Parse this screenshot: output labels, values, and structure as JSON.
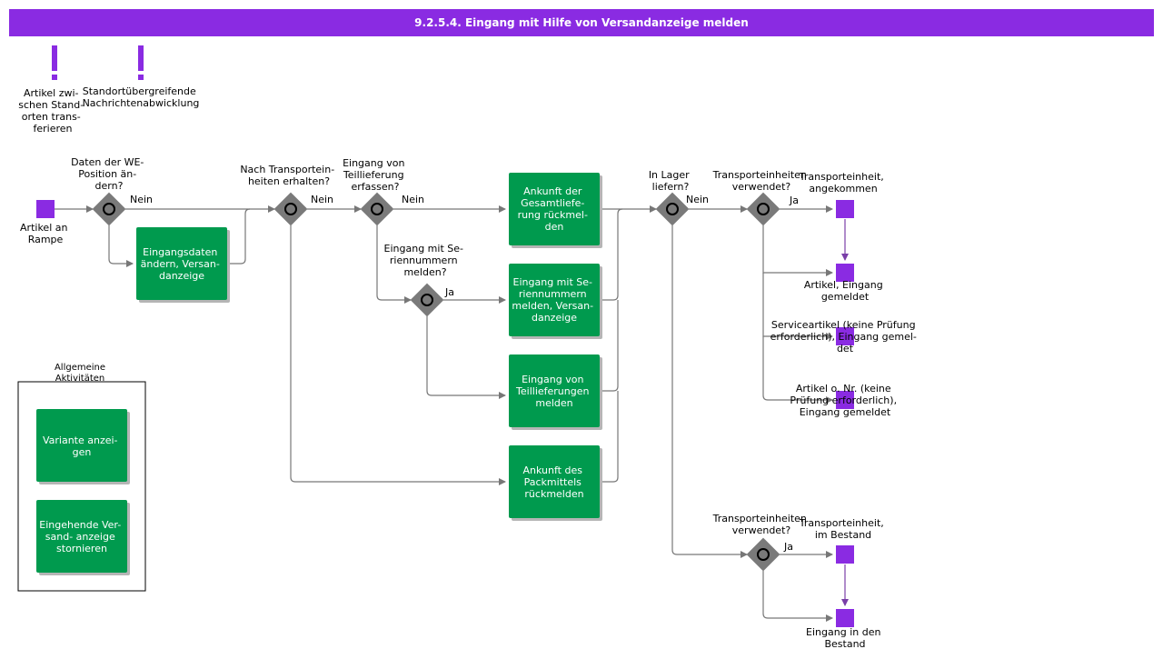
{
  "title": "9.2.5.4. Eingang mit Hilfe von Versandanzeige melden",
  "colors": {
    "accent": "#8a2be2",
    "task": "#009a4e",
    "gateway": "#7a7a7a"
  },
  "notes": [
    {
      "lines": [
        "Artikel zwi-",
        "schen Stand-",
        "orten trans-",
        "ferieren"
      ]
    },
    {
      "lines": [
        "Standortübergreifende",
        "Nachrichtenabwicklung"
      ]
    }
  ],
  "start_event": {
    "lines": [
      "Artikel an",
      "Rampe"
    ]
  },
  "gateways": [
    {
      "lines": [
        "Daten der WE-",
        "Position än-",
        "dern?"
      ],
      "out": "Nein"
    },
    {
      "lines": [
        "Nach Transportein-",
        "heiten erhalten?"
      ],
      "out": "Nein"
    },
    {
      "lines": [
        "Eingang von",
        "Teillieferung",
        "erfassen?"
      ],
      "out": "Nein"
    },
    {
      "lines": [
        "Eingang mit Se-",
        "riennummern",
        "melden?"
      ],
      "out": "Ja"
    },
    {
      "lines": [
        "In Lager",
        "liefern?"
      ],
      "out": "Nein"
    },
    {
      "lines": [
        "Transporteinheiten",
        "verwendet?"
      ],
      "out": "Ja"
    },
    {
      "lines": [
        "Transporteinheiten",
        "verwendet?"
      ],
      "out": "Ja"
    }
  ],
  "tasks": [
    {
      "lines": [
        "Eingangsdaten",
        "ändern, Versan-",
        "danzeige"
      ]
    },
    {
      "lines": [
        "Ankunft der",
        "Gesamtliefe-",
        "rung rückmel-",
        "den"
      ]
    },
    {
      "lines": [
        "Eingang mit Se-",
        "riennummern",
        "melden, Versan-",
        "danzeige"
      ]
    },
    {
      "lines": [
        "Eingang von",
        "Teillieferungen",
        "melden"
      ]
    },
    {
      "lines": [
        "Ankunft des",
        "Packmittels",
        "rückmelden"
      ]
    }
  ],
  "end_events": [
    {
      "lines": [
        "Transporteinheit,",
        "angekommen"
      ]
    },
    {
      "lines": [
        "Artikel, Eingang",
        "gemeldet"
      ]
    },
    {
      "lines": [
        "Serviceartikel (keine Prüfung",
        "erforderlich), Eingang gemel-",
        "det"
      ]
    },
    {
      "lines": [
        "Artikel o. Nr. (keine",
        "Prüfung erforderlich),",
        "Eingang gemeldet"
      ]
    },
    {
      "lines": [
        "Transporteinheit,",
        "im Bestand"
      ]
    },
    {
      "lines": [
        "Eingang in den",
        "Bestand"
      ]
    }
  ],
  "general": {
    "label_lines": [
      "Allgemeine",
      "Aktivitäten"
    ],
    "tasks": [
      {
        "lines": [
          "Variante anzei-",
          "gen"
        ]
      },
      {
        "lines": [
          "Eingehende Ver-",
          "sand- anzeige",
          "stornieren"
        ]
      }
    ]
  }
}
